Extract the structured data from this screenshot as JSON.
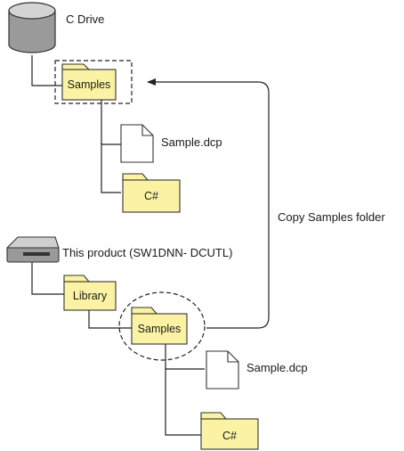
{
  "drive": {
    "label": "C Drive",
    "icon": "drive-cylinder-icon"
  },
  "product": {
    "label": "This product (SW1DNN- DCUTL)",
    "icon": "removable-drive-icon"
  },
  "top_tree": {
    "samples_folder": "Samples",
    "sample_file": "Sample.dcp",
    "csharp_folder": "C#"
  },
  "bottom_tree": {
    "library_folder": "Library",
    "samples_folder": "Samples",
    "sample_file": "Sample.dcp",
    "csharp_folder": "C#"
  },
  "copy_label": "Copy Samples folder",
  "colors": {
    "folder_fill": "#fbf3a3",
    "folder_stroke": "#333333",
    "drive_fill": "#9a9a9a",
    "drive_top": "#cfcfcf",
    "line": "#222222"
  }
}
